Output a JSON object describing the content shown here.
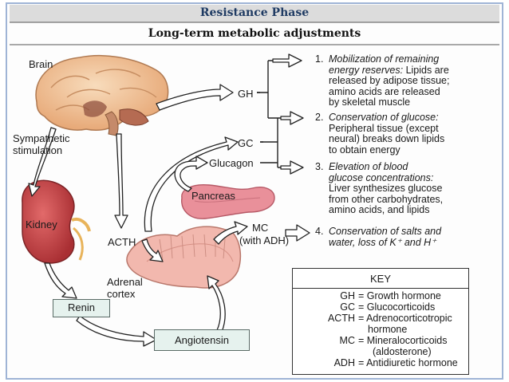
{
  "header": {
    "title": "Resistance Phase",
    "subtitle": "Long-term metabolic adjustments"
  },
  "labels": {
    "brain": "Brain",
    "sympathetic": [
      "Sympathetic",
      "stimulation"
    ],
    "kidney": "Kidney",
    "acth": "ACTH",
    "adrenal": [
      "Adrenal",
      "cortex"
    ],
    "gh": "GH",
    "gc": "GC",
    "glucagon": "Glucagon",
    "pancreas": "Pancreas",
    "mc": [
      "MC",
      "(with ADH)"
    ]
  },
  "boxes": {
    "renin": "Renin",
    "angiotensin": "Angiotensin"
  },
  "effects": [
    {
      "number": "1.",
      "lines": [
        {
          "italic": "Mobilization of remaining"
        },
        {
          "italic": "energy reserves:",
          "plain": " Lipids are"
        },
        {
          "plain": "released by adipose tissue;"
        },
        {
          "plain": "amino acids are released"
        },
        {
          "plain": "by skeletal muscle"
        }
      ]
    },
    {
      "number": "2.",
      "lines": [
        {
          "italic": "Conservation of glucose:"
        },
        {
          "plain": "Peripheral tissue (except"
        },
        {
          "plain": "neural) breaks down lipids"
        },
        {
          "plain": "to obtain energy"
        }
      ]
    },
    {
      "number": "3.",
      "lines": [
        {
          "italic": "Elevation of blood"
        },
        {
          "italic": "glucose concentrations:"
        },
        {
          "plain": "Liver synthesizes glucose"
        },
        {
          "plain": "from other carbohydrates,"
        },
        {
          "plain": "amino acids, and lipids"
        }
      ]
    },
    {
      "number": "4.",
      "lines": [
        {
          "italic": "Conservation of salts and"
        },
        {
          "italic": "water, loss of K⁺ and H⁺"
        }
      ]
    }
  ],
  "key": {
    "heading": "KEY",
    "rows": [
      {
        "abbr": "GH",
        "eq": "= Growth hormone"
      },
      {
        "abbr": "GC",
        "eq": "= Glucocorticoids"
      },
      {
        "abbr": "ACTH",
        "eq": "= Adrenocorticotropic"
      },
      {
        "abbr": "",
        "eq": "hormone"
      },
      {
        "abbr": "MC",
        "eq": "= Mineralocorticoids"
      },
      {
        "abbr": "",
        "eq": "(aldosterone)"
      },
      {
        "abbr": "ADH",
        "eq": "= Antidiuretic hormone"
      }
    ]
  },
  "colors": {
    "header_bg": "#dcdcdc",
    "header_text": "#1f3b63",
    "brain": "#f3c79c",
    "kidney": "#cc4a4a",
    "pancreas": "#e9909a",
    "adrenal": "#f2b8ae",
    "box_fill": "#e6f2ee",
    "frame_blue": "#9fb4d6"
  }
}
